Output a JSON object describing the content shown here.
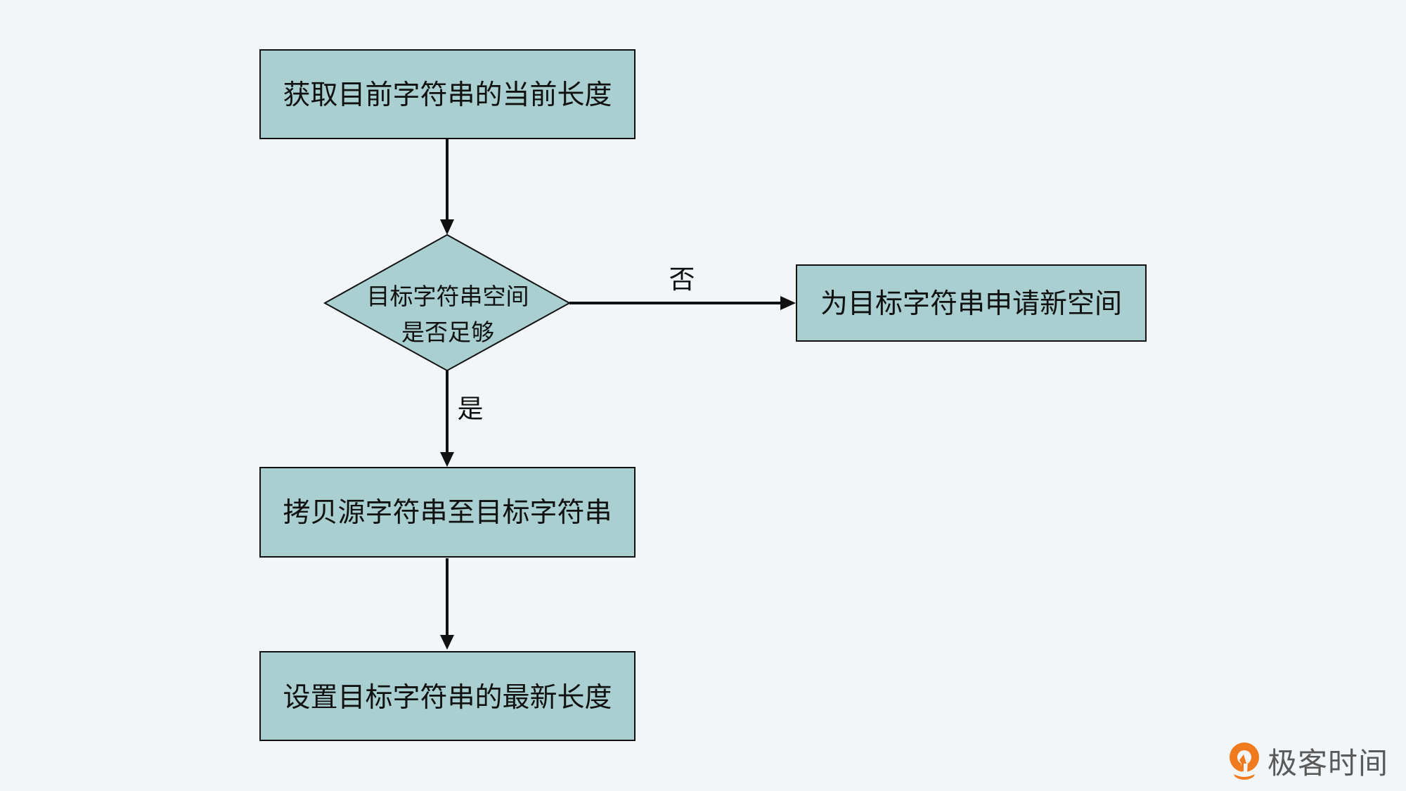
{
  "colors": {
    "background": "#f3f6f8",
    "node_fill": "#a9cfd1",
    "stroke": "#111111",
    "logo_orange": "#f07a1e"
  },
  "nodes": {
    "get_length": "获取目前字符串的当前长度",
    "decision_line1": "目标字符串空间",
    "decision_line2": "是否足够",
    "allocate": "为目标字符串申请新空间",
    "copy": "拷贝源字符串至目标字符串",
    "set_length": "设置目标字符串的最新长度"
  },
  "edges": {
    "no_label": "否",
    "yes_label": "是"
  },
  "logo": {
    "text": "极客时间",
    "icon": "geektime-logo-icon"
  }
}
